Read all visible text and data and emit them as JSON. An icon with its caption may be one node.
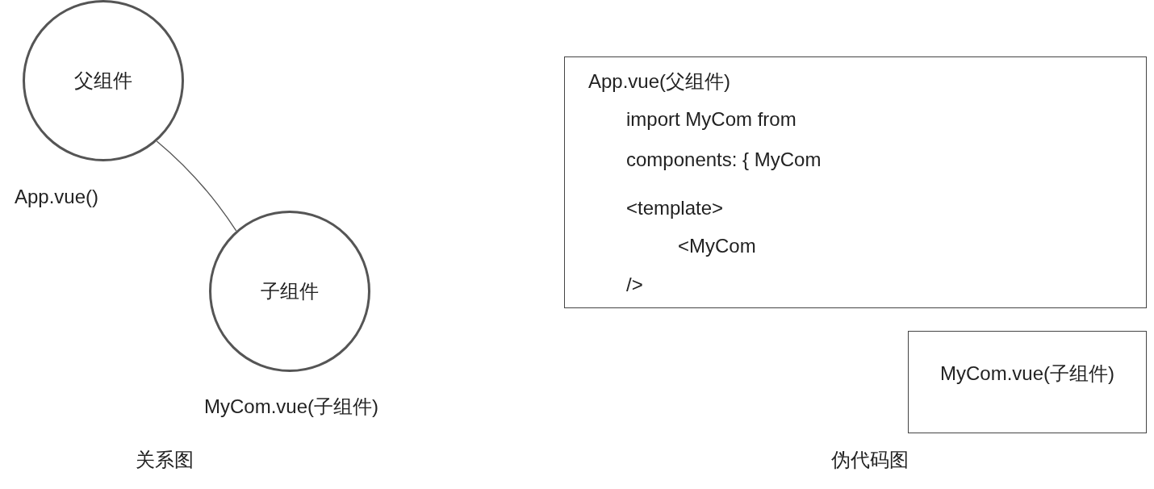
{
  "diagram": {
    "nodes": [
      {
        "text": [
          "父组件"
        ],
        "beside": [
          "App.vue()"
        ]
      },
      {
        "text": [
          "子组件"
        ],
        "beside": [
          "MyCom.vue(子组件)"
        ]
      },
      {
        "text": [
          "App.vue(父组件)",
          "import MyCom from",
          "components: { MyCom",
          "<template>",
          "<MyCom",
          "/>"
        ]
      },
      {
        "text": [
          "MyCom.vue(子组件)"
        ]
      }
    ],
    "edges": [
      {
        "from": 0,
        "to": 1,
        "arrow": "none"
      }
    ],
    "labels": [
      "关系图",
      "伪代码图"
    ]
  }
}
